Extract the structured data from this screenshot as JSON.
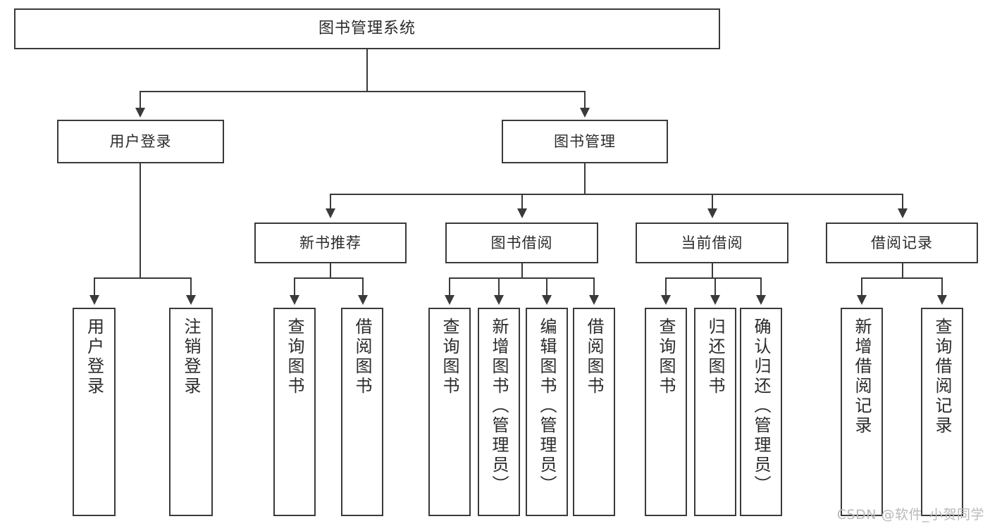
{
  "diagram": {
    "type": "tree",
    "title": "图书管理系统",
    "watermark": "CSDN @软件_小贺同学",
    "colors": {
      "stroke": "#3a3a3a",
      "fill": "#ffffff",
      "text": "#2b2b2b",
      "watermark": "#b9b9b9"
    },
    "root": {
      "label": "图书管理系统"
    },
    "level2": [
      {
        "label": "用户登录"
      },
      {
        "label": "图书管理"
      }
    ],
    "level3": [
      {
        "label": "新书推荐"
      },
      {
        "label": "图书借阅"
      },
      {
        "label": "当前借阅"
      },
      {
        "label": "借阅记录"
      }
    ],
    "leaves": [
      {
        "label": "用户登录",
        "parent": "用户登录"
      },
      {
        "label": "注销登录",
        "parent": "用户登录"
      },
      {
        "label": "查询图书",
        "parent": "新书推荐"
      },
      {
        "label": "借阅图书",
        "parent": "新书推荐"
      },
      {
        "label": "查询图书",
        "parent": "图书借阅"
      },
      {
        "label": "新增图书（管理员）",
        "parent": "图书借阅"
      },
      {
        "label": "编辑图书（管理员）",
        "parent": "图书借阅"
      },
      {
        "label": "借阅图书",
        "parent": "图书借阅"
      },
      {
        "label": "查询图书",
        "parent": "当前借阅"
      },
      {
        "label": "归还图书",
        "parent": "当前借阅"
      },
      {
        "label": "确认归还（管理员）",
        "parent": "当前借阅"
      },
      {
        "label": "新增借阅记录",
        "parent": "借阅记录"
      },
      {
        "label": "查询借阅记录",
        "parent": "借阅记录"
      }
    ]
  }
}
